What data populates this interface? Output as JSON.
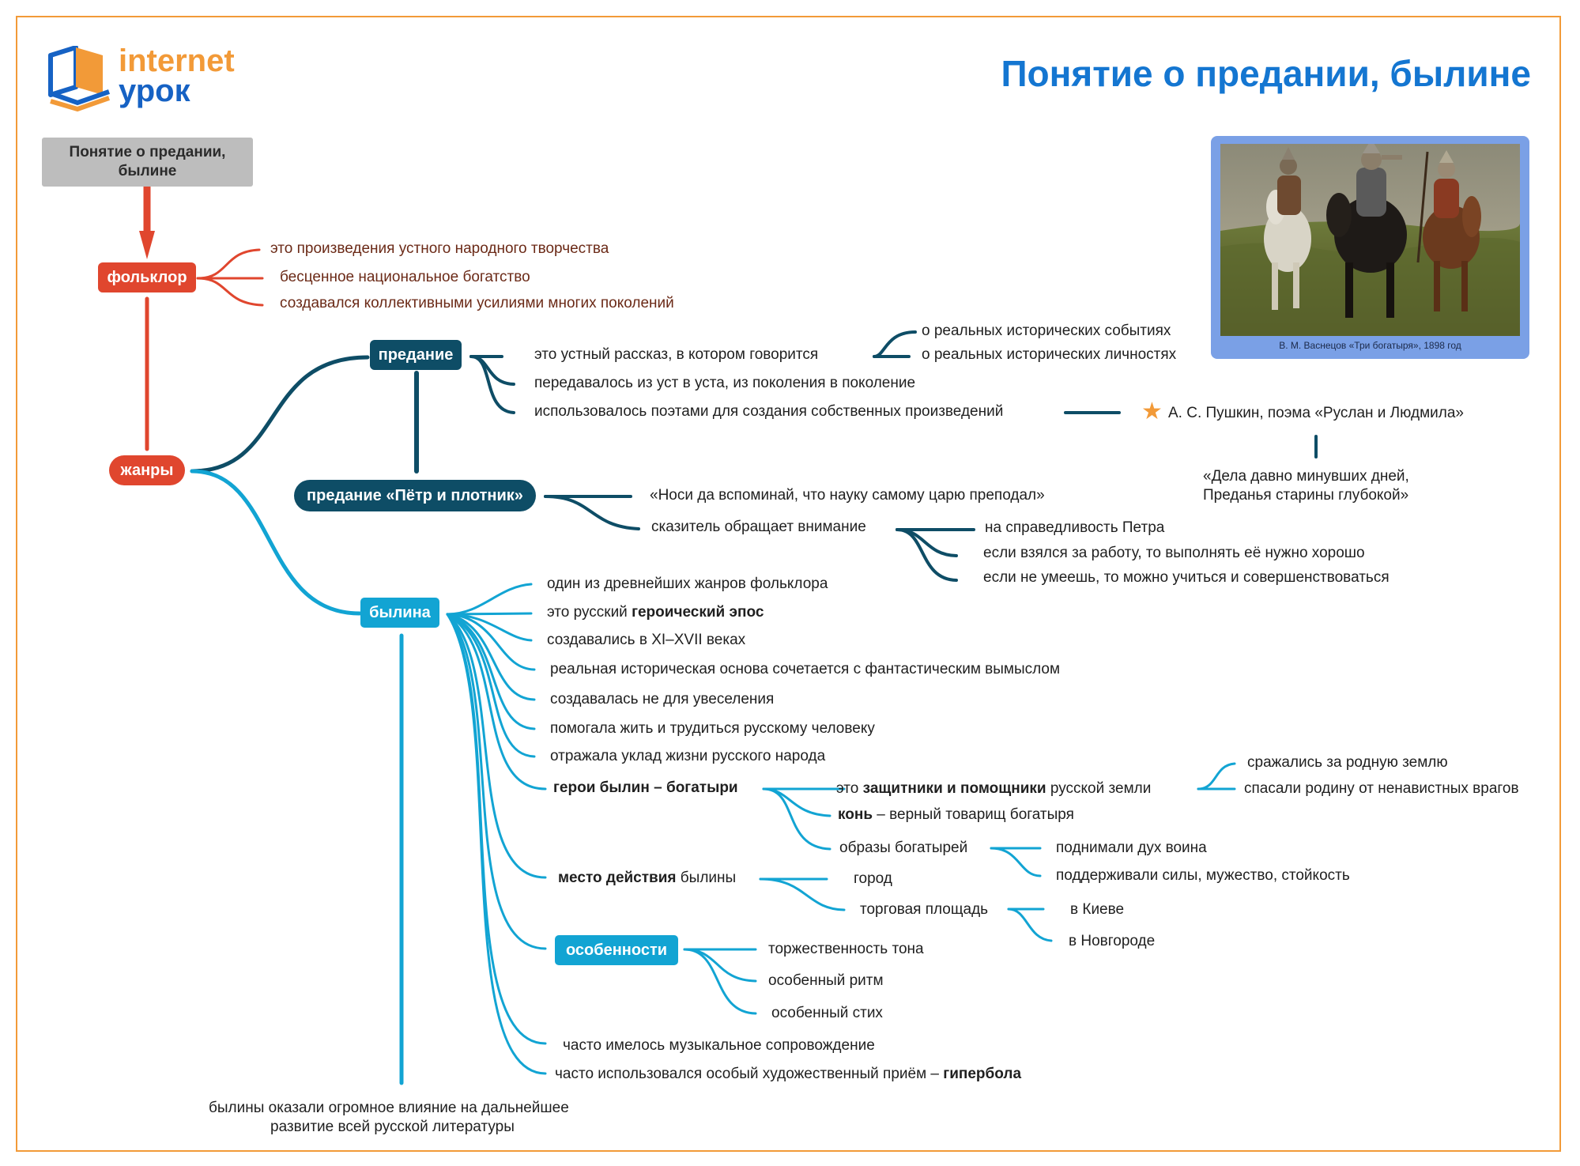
{
  "header": {
    "logo": {
      "line1": "internet",
      "line2": "урок"
    },
    "title": "Понятие о предании, былине"
  },
  "root": "Понятие о предании, былине",
  "folklore": {
    "label": "фольклор",
    "items": [
      "это произведения устного народного творчества",
      "бесценное национальное богатство",
      "создавался коллективными усилиями многих поколений"
    ]
  },
  "genres": {
    "label": "жанры"
  },
  "predanie": {
    "label": "предание",
    "items": [
      "это устный рассказ, в котором говорится",
      "передавалось из уст в уста, из поколения в поколение",
      "использовалось поэтами для создания собственных произведений"
    ],
    "about": [
      "о реальных исторических событиях",
      "о реальных исторических личностях"
    ],
    "example": "А. С. Пушкин, поэма «Руслан и Людмила»",
    "quote_line1": "«Дела давно минувших дней,",
    "quote_line2": "Преданья старины глубокой»"
  },
  "petr": {
    "label": "предание «Пётр и плотник»",
    "quote": "«Носи да вспоминай, что науку самому царю преподал»",
    "storyteller": "сказитель обращает внимание",
    "points": [
      "на справедливость Петра",
      "если взялся за работу, то выполнять её нужно хорошо",
      "если не умеешь, то можно учиться и совершенствоваться"
    ]
  },
  "bylina": {
    "label": "былина",
    "items": [
      "один из древнейших жанров фольклора",
      "создавались в XI–XVII веках",
      "реальная историческая основа сочетается с фантастическим вымыслом",
      "создавалась не для увеселения",
      "помогала жить и трудиться русскому человеку",
      "отражала уклад жизни русского народа",
      "часто имелось музыкальное сопровождение"
    ],
    "epic_prefix": "это русский ",
    "epic_bold": "героический эпос",
    "heroes": {
      "label": "герои былин – богатыри",
      "def_prefix": "это ",
      "def_bold": "защитники и помощники",
      "def_suffix": " русской земли",
      "deeds": [
        "сражались за родную землю",
        "спасали родину от ненавистных врагов"
      ],
      "horse_bold": "конь",
      "horse_rest": " – верный товарищ богатыря",
      "images": "образы богатырей",
      "images_items": [
        "поднимали дух воина",
        "поддерживали силы, мужество, стойкость"
      ]
    },
    "place": {
      "label_bold": "место действия",
      "label_rest": " былины",
      "items": [
        "город",
        "торговая площадь"
      ],
      "cities": [
        "в Киеве",
        "в Новгороде"
      ]
    },
    "features": {
      "label": "особенности",
      "items": [
        "торжественность тона",
        "особенный ритм",
        "особенный стих"
      ]
    },
    "hyperbole_prefix": "часто использовался особый художественный приём – ",
    "hyperbole_bold": "гипербола",
    "influence_line1": "былины оказали огромное влияние на дальнейшее",
    "influence_line2": "развитие всей русской литературы"
  },
  "painting": {
    "caption": "В. М. Васнецов «Три богатыря», 1898 год"
  },
  "colors": {
    "red": "#e0462e",
    "dark": "#0e4d66",
    "light": "#12a4d3",
    "title": "#1476d1",
    "border": "#f29a38"
  }
}
